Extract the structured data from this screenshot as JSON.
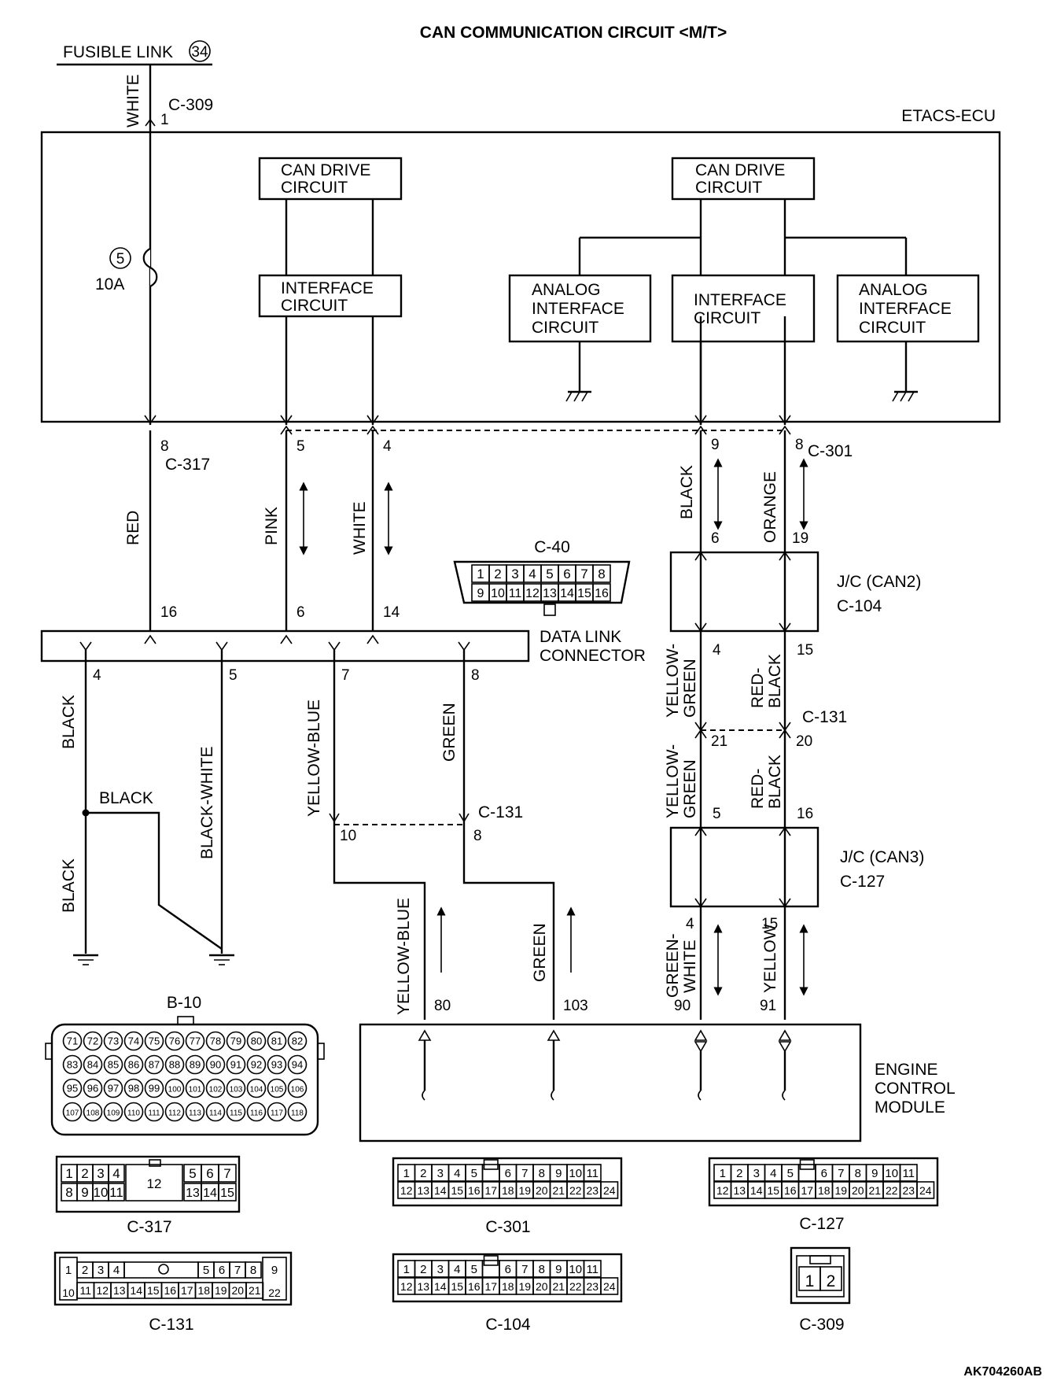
{
  "title": "CAN COMMUNICATION CIRCUIT <M/T>",
  "fusible_link": {
    "label": "FUSIBLE LINK",
    "number": "34"
  },
  "etacs": {
    "label": "ETACS-ECU",
    "fuse_number": "5",
    "fuse_rating": "10A",
    "can_drive_1": [
      "CAN DRIVE",
      "CIRCUIT"
    ],
    "can_drive_2": [
      "CAN DRIVE",
      "CIRCUIT"
    ],
    "interface_1": [
      "INTERFACE",
      "CIRCUIT"
    ],
    "interface_2": [
      "INTERFACE",
      "CIRCUIT"
    ],
    "analog_1": [
      "ANALOG",
      "INTERFACE",
      "CIRCUIT"
    ],
    "analog_2": [
      "ANALOG",
      "INTERFACE",
      "CIRCUIT"
    ]
  },
  "connectors": {
    "c309": "C-309",
    "c317": "C-317",
    "c301": "C-301",
    "c40": "C-40",
    "c104": "C-104",
    "c131": "C-131",
    "c127": "C-127",
    "b10": "B-10"
  },
  "jc_can2": "J/C (CAN2)",
  "jc_can3": "J/C (CAN3)",
  "dlc": [
    "DATA LINK",
    "CONNECTOR"
  ],
  "ecm": [
    "ENGINE",
    "CONTROL",
    "MODULE"
  ],
  "wires": {
    "white": "WHITE",
    "red": "RED",
    "pink": "PINK",
    "black": "BLACK",
    "orange": "ORANGE",
    "black_white": "BLACK-WHITE",
    "yellow_blue": "YELLOW-BLUE",
    "green": "GREEN",
    "yellow_green": [
      "YELLOW-",
      "GREEN"
    ],
    "red_black": [
      "RED-",
      "BLACK"
    ],
    "green_white": [
      "GREEN-",
      "WHITE"
    ],
    "yellow": "YELLOW"
  },
  "pins": {
    "c309_1": "1",
    "c317_8": "8",
    "e5": "5",
    "e4": "4",
    "c301_9": "9",
    "c301_8": "8",
    "dlc_16": "16",
    "dlc_6": "6",
    "dlc_14": "14",
    "dlc_4": "4",
    "dlc_5": "5",
    "dlc_7": "7",
    "dlc_8": "8",
    "jc2_6": "6",
    "jc2_19": "19",
    "jc2_4": "4",
    "jc2_15": "15",
    "c131_21": "21",
    "c131_20": "20",
    "c131_10": "10",
    "c131_8": "8",
    "jc3_5": "5",
    "jc3_16": "16",
    "jc3_4": "4",
    "jc3_15": "15",
    "ecm_80": "80",
    "ecm_103": "103",
    "ecm_90": "90",
    "ecm_91": "91"
  },
  "c40_pins": {
    "top": [
      "1",
      "2",
      "3",
      "4",
      "5",
      "6",
      "7",
      "8"
    ],
    "bottom": [
      "9",
      "10",
      "11",
      "12",
      "13",
      "14",
      "15",
      "16"
    ]
  },
  "b10_pins": [
    [
      "71",
      "72",
      "73",
      "74",
      "75",
      "76",
      "77",
      "78",
      "79",
      "80",
      "81",
      "82"
    ],
    [
      "83",
      "84",
      "85",
      "86",
      "87",
      "88",
      "89",
      "90",
      "91",
      "92",
      "93",
      "94"
    ],
    [
      "95",
      "96",
      "97",
      "98",
      "99",
      "100",
      "101",
      "102",
      "103",
      "104",
      "105",
      "106"
    ],
    [
      "107",
      "108",
      "109",
      "110",
      "111",
      "112",
      "113",
      "114",
      "115",
      "116",
      "117",
      "118"
    ]
  ],
  "c317_pins": {
    "top_left": [
      "1",
      "2",
      "3",
      "4"
    ],
    "bottom_left": [
      "8",
      "9",
      "10",
      "11"
    ],
    "center": "12",
    "top_right": [
      "5",
      "6",
      "7"
    ],
    "bottom_right": [
      "13",
      "14",
      "15"
    ]
  },
  "c301_pins": {
    "top_left": [
      "1",
      "2",
      "3",
      "4",
      "5"
    ],
    "top_right": [
      "6",
      "7",
      "8",
      "9",
      "10",
      "11"
    ],
    "bottom": [
      "12",
      "13",
      "14",
      "15",
      "16",
      "17",
      "18",
      "19",
      "20",
      "21",
      "22",
      "23",
      "24"
    ]
  },
  "c127_pins": {
    "top_left": [
      "1",
      "2",
      "3",
      "4",
      "5"
    ],
    "top_right": [
      "6",
      "7",
      "8",
      "9",
      "10",
      "11"
    ],
    "bottom": [
      "12",
      "13",
      "14",
      "15",
      "16",
      "17",
      "18",
      "19",
      "20",
      "21",
      "22",
      "23",
      "24"
    ]
  },
  "c104_pins": {
    "top_left": [
      "1",
      "2",
      "3",
      "4",
      "5"
    ],
    "top_right": [
      "6",
      "7",
      "8",
      "9",
      "10",
      "11"
    ],
    "bottom": [
      "12",
      "13",
      "14",
      "15",
      "16",
      "17",
      "18",
      "19",
      "20",
      "21",
      "22",
      "23",
      "24"
    ]
  },
  "c131_pins": {
    "top_left": [
      "1",
      "2",
      "3",
      "4"
    ],
    "top_right": [
      "5",
      "6",
      "7",
      "8"
    ],
    "end_top": "9",
    "start_bottom": "10",
    "bottom": [
      "11",
      "12",
      "13",
      "14",
      "15",
      "16",
      "17",
      "18",
      "19",
      "20",
      "21"
    ],
    "end_bottom": "22"
  },
  "c309_pins": [
    "1",
    "2"
  ],
  "code": "AK704260AB"
}
